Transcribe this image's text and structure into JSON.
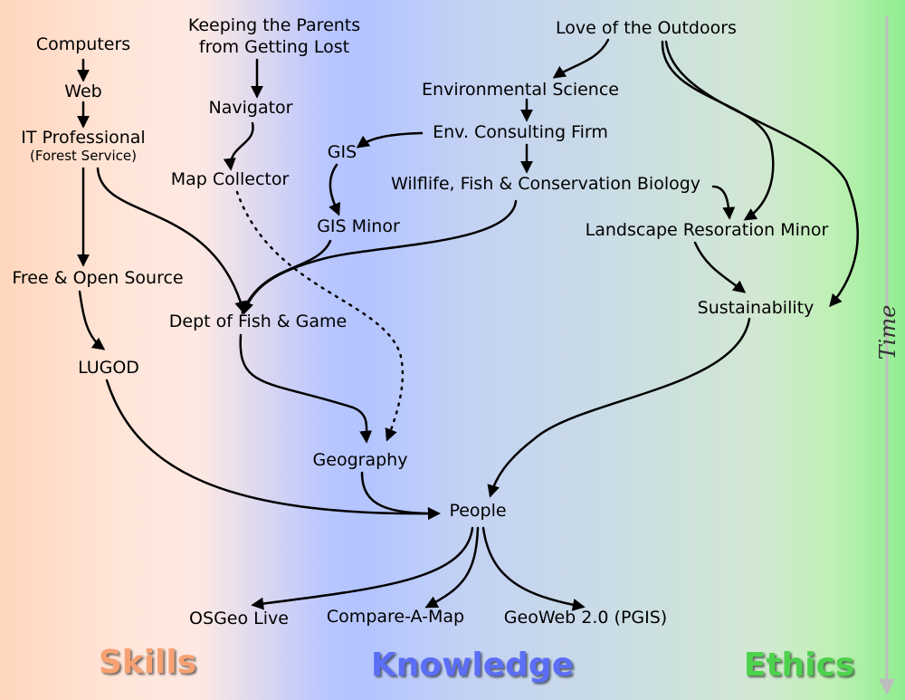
{
  "nodes": {
    "computers": "Computers",
    "web": "Web",
    "it_professional": "IT Professional",
    "forest_service": "(Forest Service)",
    "free_open_source": "Free & Open Source",
    "lugod": "LUGOD",
    "parents_line1": "Keeping the Parents",
    "parents_line2": "from Getting Lost",
    "navigator": "Navigator",
    "map_collector": "Map Collector",
    "gis": "GIS",
    "gis_minor": "GIS Minor",
    "dept_fish_game": "Dept of Fish & Game",
    "geography": "Geography",
    "people": "People",
    "osgeo_live": "OSGeo Live",
    "compare_a_map": "Compare-A-Map",
    "geoweb": "GeoWeb 2.0 (PGIS)",
    "love_outdoors": "Love of the Outdoors",
    "environmental_science": "Environmental Science",
    "env_consulting": "Env. Consulting Firm",
    "wildlife_bio": "Wilflife, Fish & Conservation Biology",
    "landscape_minor": "Landscape Resoration Minor",
    "sustainability": "Sustainability"
  },
  "categories": {
    "skills": "Skills",
    "knowledge": "Knowledge",
    "ethics": "Ethics"
  },
  "time_label": "Time",
  "colors": {
    "skills": "#f7a173",
    "knowledge": "#5b6ef5",
    "ethics": "#4dd24d",
    "arrow": "#000000",
    "time_arrow": "#bdbdbd"
  }
}
